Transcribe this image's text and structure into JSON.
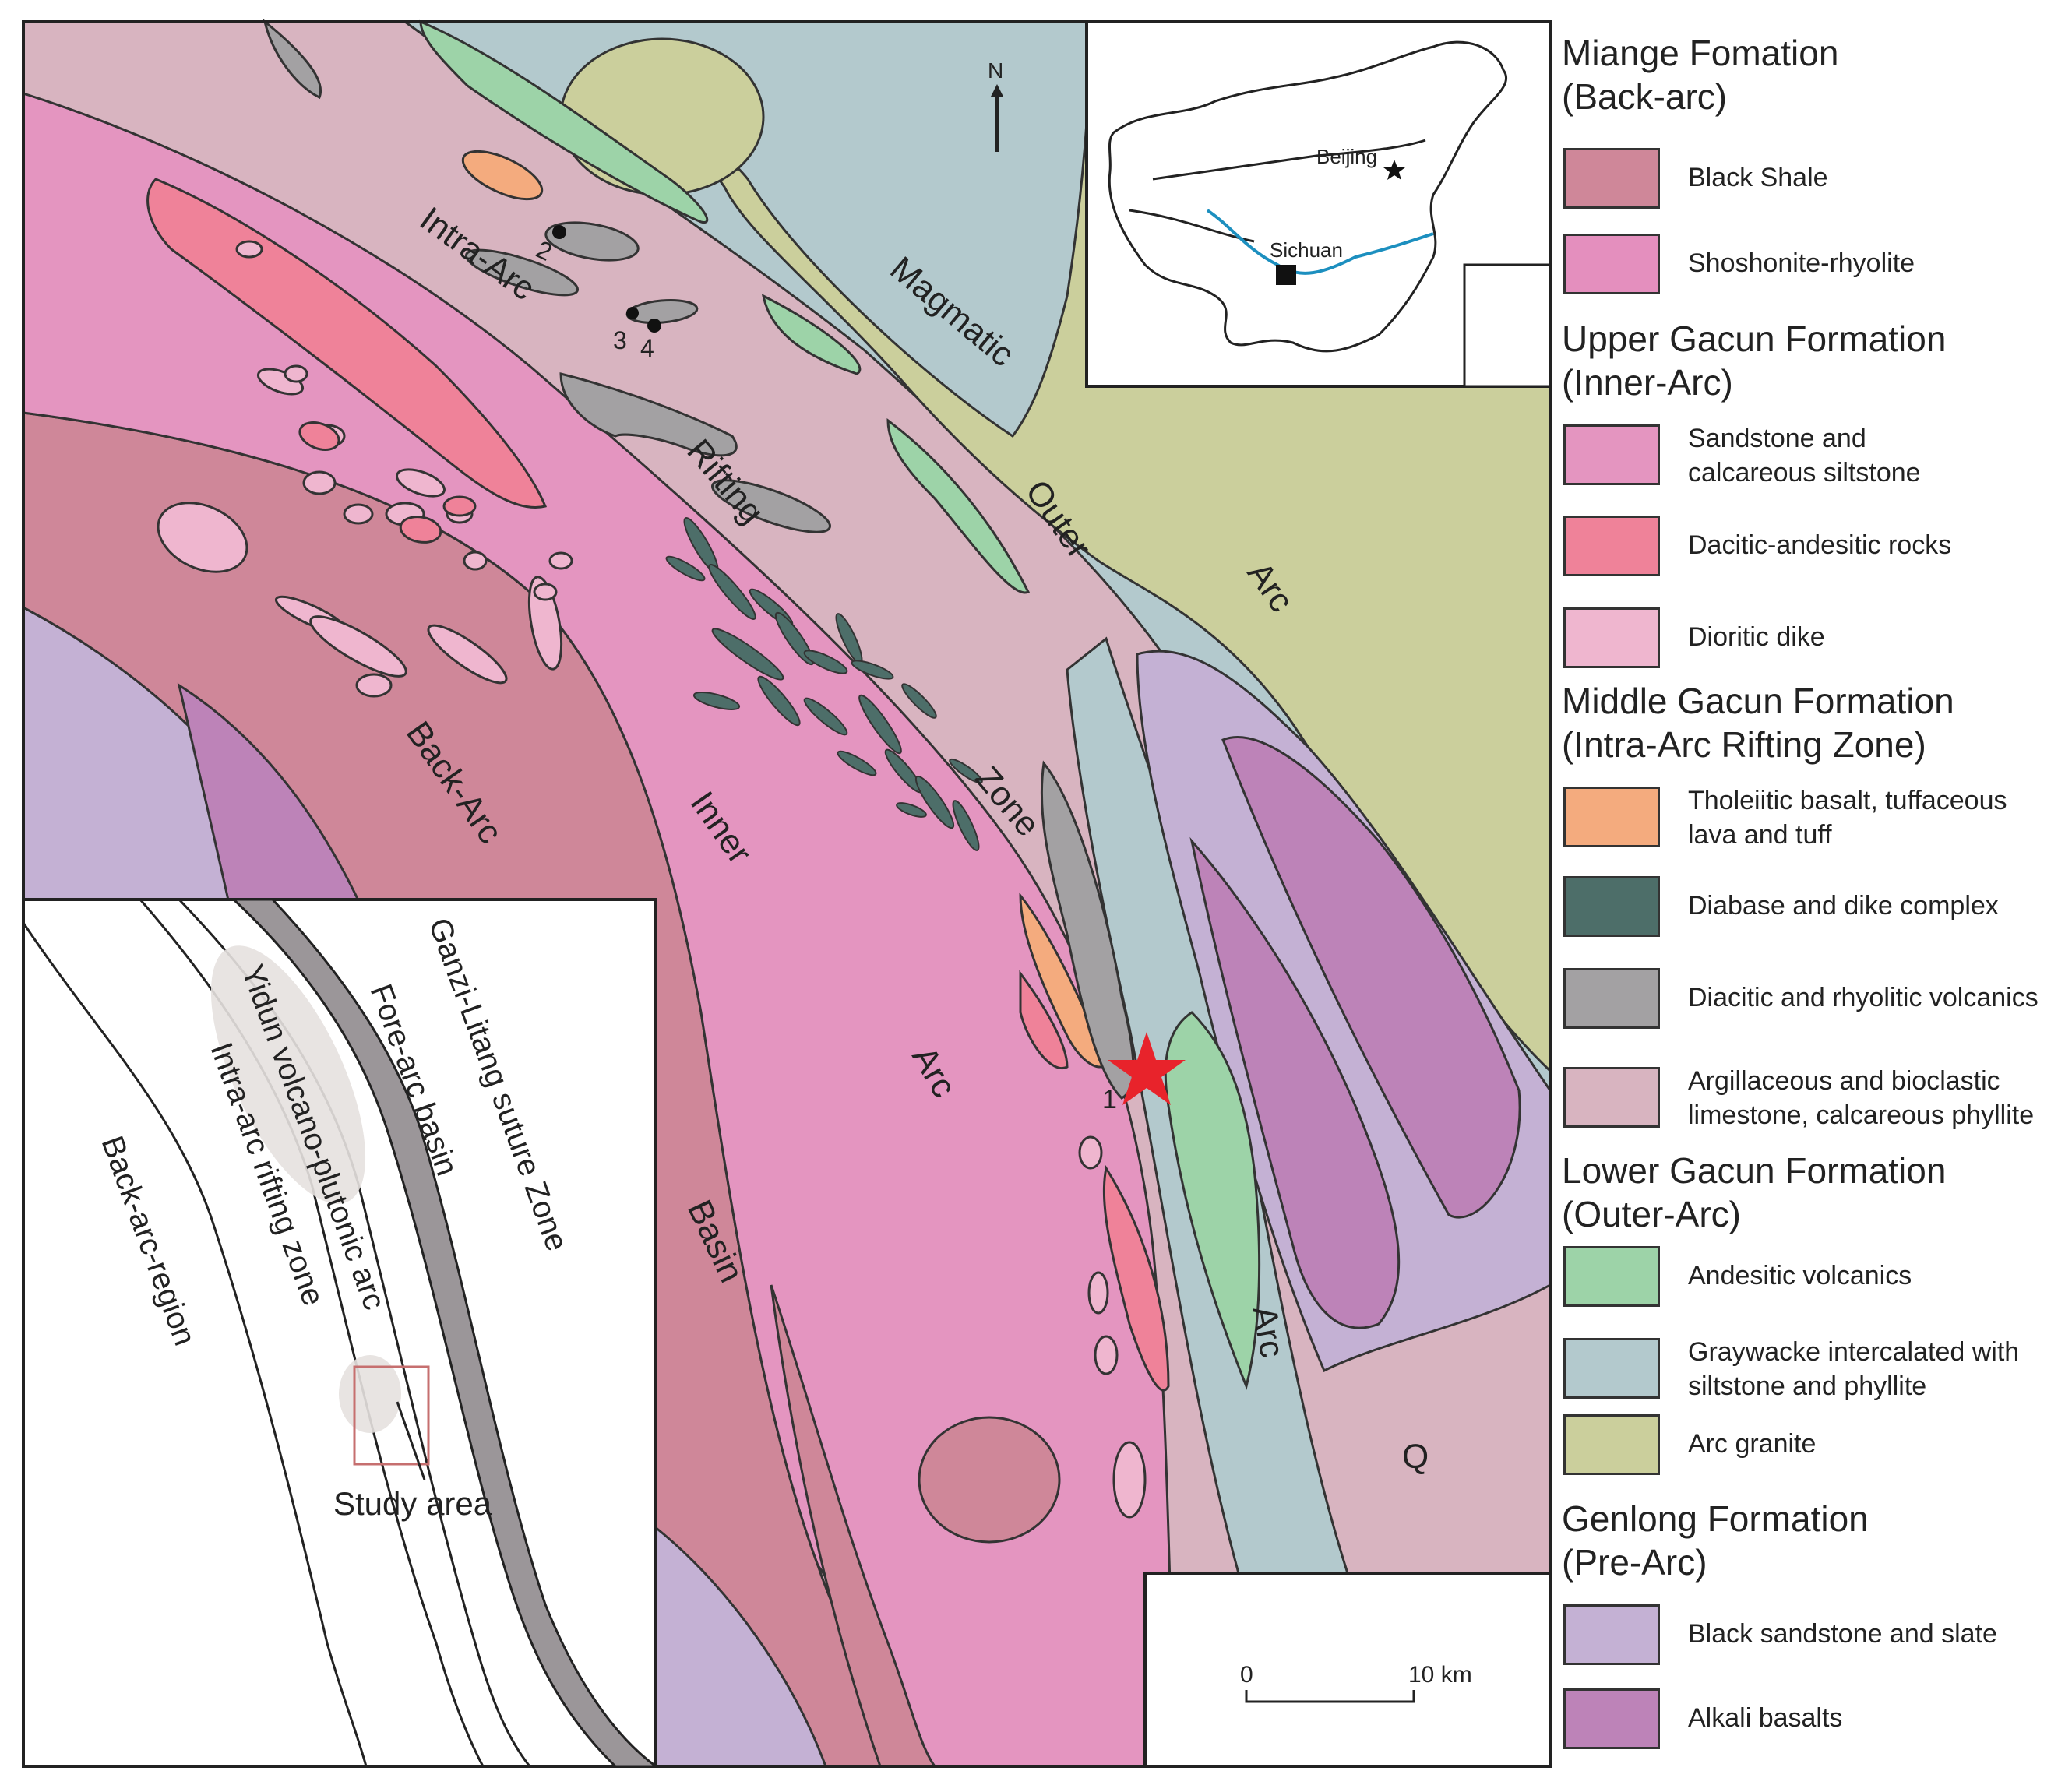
{
  "map_labels": {
    "intra_arc": "Intra-Arc",
    "rifting": "Rifting",
    "zone": "Zone",
    "magmatic": "Magmatic",
    "outer": "Outer",
    "arc_upper_right": "Arc",
    "back_arc": "Back-Arc",
    "inner": "Inner",
    "arc_inner": "Arc",
    "basin": "Basin",
    "arc_outer": "Arc",
    "q": "Q",
    "north": "N",
    "site_1": "1",
    "site_2": "2",
    "site_3": "3",
    "site_4": "4"
  },
  "inset_china": {
    "beijing": "Beijing",
    "sichuan": "Sichuan"
  },
  "inset_regional": {
    "ganzi": "Ganzi-Litang suture Zone",
    "fore_arc": "Fore-arc basin",
    "yidun": "Yidun volcano-plutonic arc",
    "intra_arc_zone": "Intra-arc rifting zone",
    "back_arc_region": "Back-arc-region",
    "study_area": "Study area"
  },
  "scale_bar": {
    "zero": "0",
    "ten": "10 km"
  },
  "legend": [
    {
      "title": [
        "Miange Fomation",
        "(Back-arc)"
      ],
      "items": [
        {
          "label": [
            "Black Shale"
          ],
          "color": "#cf8799"
        },
        {
          "label": [
            "Shoshonite-rhyolite"
          ],
          "color": "#e48fbe"
        }
      ]
    },
    {
      "title": [
        "Upper Gacun Formation",
        "(Inner-Arc)"
      ],
      "items": [
        {
          "label": [
            "Sandstone and",
            "calcareous siltstone"
          ],
          "color": "#e495c0"
        },
        {
          "label": [
            "Dacitic-andesitic rocks"
          ],
          "color": "#ef8299"
        },
        {
          "label": [
            "Dioritic dike"
          ],
          "color": "#efb6cf"
        }
      ]
    },
    {
      "title": [
        "Middle Gacun Formation",
        "(Intra-Arc Rifting Zone)"
      ],
      "items": [
        {
          "label": [
            "Tholeiitic basalt, tuffaceous",
            "lava and tuff"
          ],
          "color": "#f4ab7e"
        },
        {
          "label": [
            "Diabase and dike complex"
          ],
          "color": "#4d6e69"
        },
        {
          "label": [
            "Diacitic and rhyolitic volcanics"
          ],
          "color": "#a3a1a3"
        },
        {
          "label": [
            "Argillaceous and bioclastic",
            "limestone, calcareous phyllite"
          ],
          "color": "#d8b4c0"
        }
      ]
    },
    {
      "title": [
        "Lower Gacun Formation",
        "(Outer-Arc)"
      ],
      "items": [
        {
          "label": [
            "Andesitic volcanics"
          ],
          "color": "#9dd3a8"
        },
        {
          "label": [
            "Graywacke intercalated with",
            "siltstone and phyllite"
          ],
          "color": "#b3c9cd"
        },
        {
          "label": [
            "Arc granite"
          ],
          "color": "#cbcf9c"
        }
      ]
    },
    {
      "title": [
        "Genlong Formation",
        "(Pre-Arc)"
      ],
      "items": [
        {
          "label": [
            "Black sandstone and slate"
          ],
          "color": "#c4b1d4"
        },
        {
          "label": [
            "Alkali basalts"
          ],
          "color": "#bd83b8"
        }
      ]
    }
  ]
}
